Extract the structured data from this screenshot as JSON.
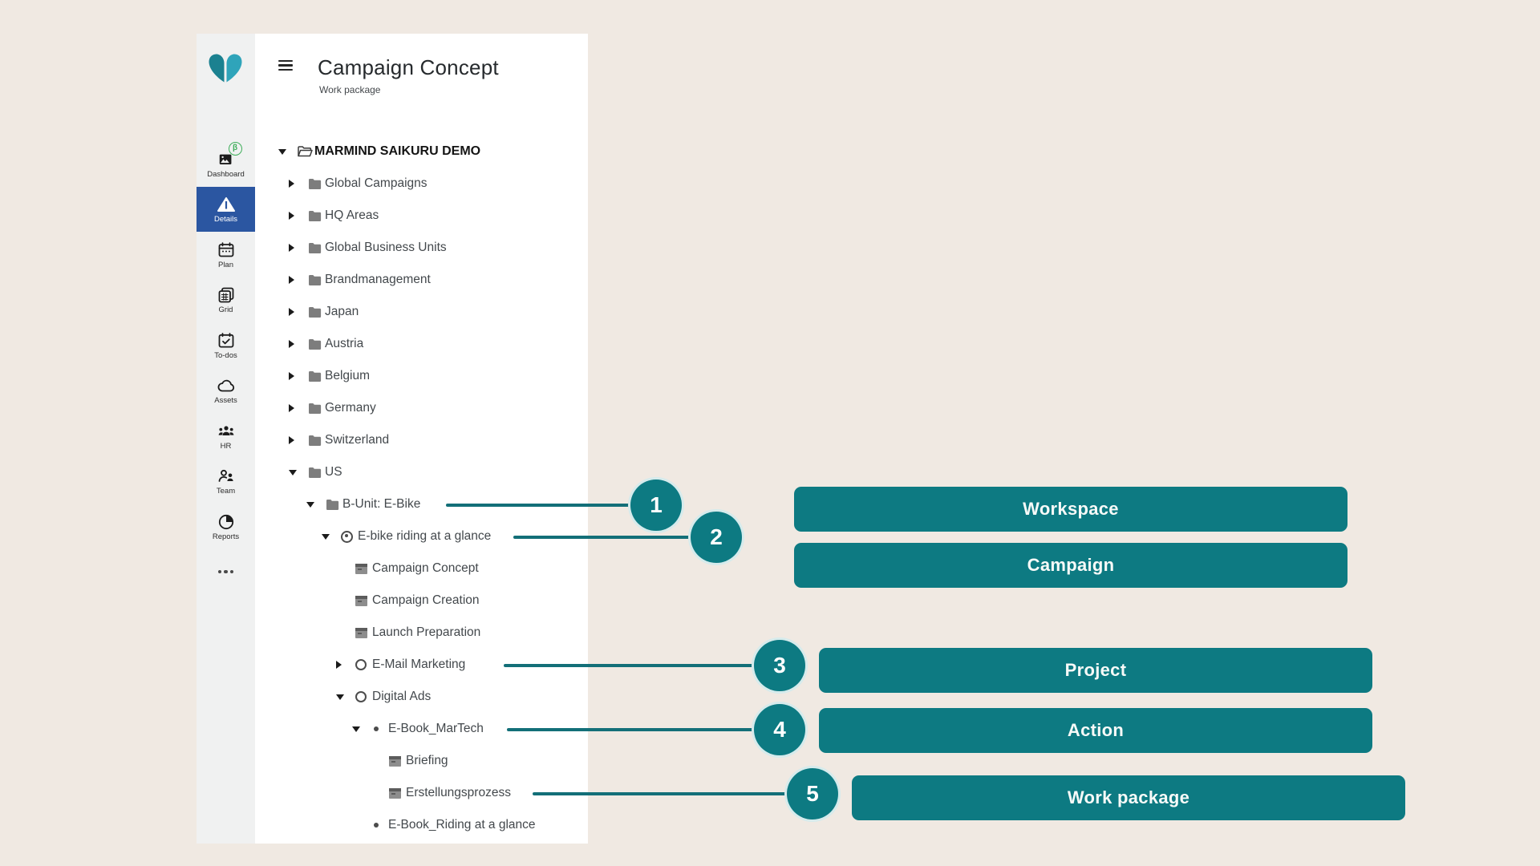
{
  "header": {
    "title": "Campaign Concept",
    "subtitle": "Work package"
  },
  "sidebar": {
    "items": [
      {
        "label": "Dashboard",
        "icon": "dashboard-image-icon",
        "badge": "β",
        "active": false
      },
      {
        "label": "Details",
        "icon": "details-triangle-icon",
        "active": true
      },
      {
        "label": "Plan",
        "icon": "plan-calendar-icon",
        "active": false
      },
      {
        "label": "Grid",
        "icon": "grid-calendar-icon",
        "active": false
      },
      {
        "label": "To-dos",
        "icon": "todos-calendar-check-icon",
        "active": false
      },
      {
        "label": "Assets",
        "icon": "assets-cloud-icon",
        "active": false
      },
      {
        "label": "HR",
        "icon": "hr-people-group-icon",
        "active": false
      },
      {
        "label": "Team",
        "icon": "team-people-icon",
        "active": false
      },
      {
        "label": "Reports",
        "icon": "reports-pie-chart-icon",
        "active": false
      },
      {
        "label": "",
        "icon": "more-ellipsis-icon",
        "active": false
      }
    ]
  },
  "tree": {
    "rows": [
      {
        "label": "MARMIND SAIKURU DEMO",
        "level": 0,
        "caret": "down",
        "icon": "folder-open-icon",
        "bold": true
      },
      {
        "label": "Global Campaigns",
        "level": 1,
        "caret": "right",
        "icon": "folder-icon",
        "bold": false
      },
      {
        "label": "HQ Areas",
        "level": 1,
        "caret": "right",
        "icon": "folder-icon",
        "bold": false
      },
      {
        "label": "Global Business Units",
        "level": 1,
        "caret": "right",
        "icon": "folder-icon",
        "bold": false
      },
      {
        "label": "Brandmanagement",
        "level": 1,
        "caret": "right",
        "icon": "folder-icon",
        "bold": false
      },
      {
        "label": "Japan",
        "level": 1,
        "caret": "right",
        "icon": "folder-icon",
        "bold": false
      },
      {
        "label": "Austria",
        "level": 1,
        "caret": "right",
        "icon": "folder-icon",
        "bold": false
      },
      {
        "label": "Belgium",
        "level": 1,
        "caret": "right",
        "icon": "folder-icon",
        "bold": false
      },
      {
        "label": "Germany",
        "level": 1,
        "caret": "right",
        "icon": "folder-icon",
        "bold": false
      },
      {
        "label": "Switzerland",
        "level": 1,
        "caret": "right",
        "icon": "folder-icon",
        "bold": false
      },
      {
        "label": "US",
        "level": 1,
        "caret": "down",
        "icon": "folder-icon",
        "bold": false
      },
      {
        "label": "B-Unit: E-Bike",
        "level": 2,
        "caret": "down",
        "icon": "folder-icon",
        "bold": false
      },
      {
        "label": "E-bike riding at a glance",
        "level": 3,
        "caret": "down",
        "icon": "campaign-target-icon",
        "bold": false
      },
      {
        "label": "Campaign Concept",
        "level": 4,
        "caret": "none",
        "icon": "work-package-icon",
        "bold": false
      },
      {
        "label": "Campaign Creation",
        "level": 4,
        "caret": "none",
        "icon": "work-package-icon",
        "bold": false
      },
      {
        "label": "Launch Preparation",
        "level": 4,
        "caret": "none",
        "icon": "work-package-icon",
        "bold": false
      },
      {
        "label": "E-Mail Marketing",
        "level": 4,
        "caret": "right",
        "icon": "project-circle-icon",
        "bold": false
      },
      {
        "label": "Digital Ads",
        "level": 4,
        "caret": "down",
        "icon": "project-circle-icon",
        "bold": false
      },
      {
        "label": "E-Book_MarTech",
        "level": 5,
        "caret": "down",
        "icon": "action-bullet-icon",
        "bold": false
      },
      {
        "label": "Briefing",
        "level": 6,
        "caret": "none",
        "icon": "work-package-icon",
        "bold": false
      },
      {
        "label": "Erstellungsprozess",
        "level": 6,
        "caret": "none",
        "icon": "work-package-icon",
        "bold": false
      },
      {
        "label": "E-Book_Riding at a glance",
        "level": 5,
        "caret": "none",
        "icon": "action-bullet-icon",
        "bold": false
      }
    ]
  },
  "annotations": {
    "callouts": [
      {
        "number": "1"
      },
      {
        "number": "2"
      },
      {
        "number": "3"
      },
      {
        "number": "4"
      },
      {
        "number": "5"
      }
    ],
    "labels": [
      {
        "label": "Workspace"
      },
      {
        "label": "Campaign"
      },
      {
        "label": "Project"
      },
      {
        "label": "Action"
      },
      {
        "label": "Work package"
      }
    ]
  },
  "colors": {
    "teal": "#0d7a82",
    "connector_teal": "#136f78",
    "active_blue": "#2b56a1",
    "badge_green": "#3fae5a",
    "background_beige": "#f0e9e2",
    "rail_gray": "#f0f1f1"
  }
}
